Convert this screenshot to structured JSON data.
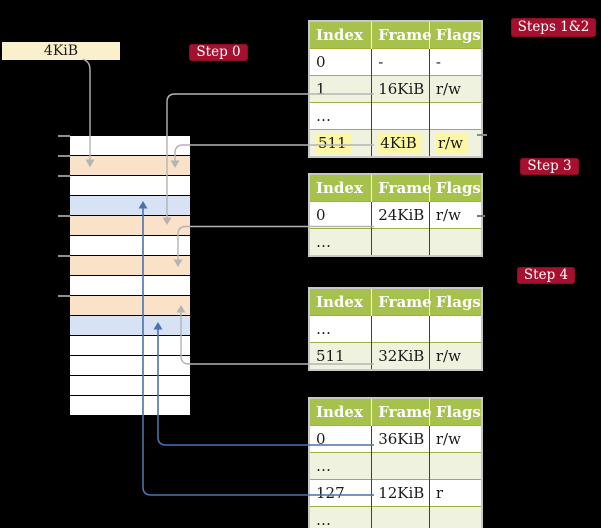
{
  "colors": {
    "background": "#000000",
    "page_box_fill": "#fbf0cc",
    "badge_fill": "#a5102f",
    "badge_text": "#ffffff",
    "table_header_fill": "#a6c24c",
    "table_row_alt_fill": "#eef2df",
    "frame_peach": "#fae2c8",
    "frame_blue": "#d7e3f4",
    "highlight_yellow": "#fdf6a2",
    "arrow_grey": "#b4b4b4",
    "arrow_blue": "#4a72ad"
  },
  "page_box": {
    "label": "4KiB"
  },
  "badges": {
    "step0": "Step 0",
    "steps12": "Steps 1&2",
    "step3": "Step 3",
    "step4": "Step 4"
  },
  "memory": {
    "rows": [
      {
        "color": "white"
      },
      {
        "color": "peach"
      },
      {
        "color": "white"
      },
      {
        "color": "blue"
      },
      {
        "color": "peach"
      },
      {
        "color": "white"
      },
      {
        "color": "peach"
      },
      {
        "color": "white"
      },
      {
        "color": "peach"
      },
      {
        "color": "blue"
      },
      {
        "color": "white"
      },
      {
        "color": "white"
      },
      {
        "color": "white"
      },
      {
        "color": "white"
      }
    ]
  },
  "tables": [
    {
      "id": "page-table-steps-1-2",
      "headers": [
        "Index",
        "Frame",
        "Flags"
      ],
      "rows": [
        {
          "cells": [
            "0",
            "-",
            "-"
          ]
        },
        {
          "cells": [
            "1",
            "16KiB",
            "r/w"
          ]
        },
        {
          "cells": [
            "…",
            "",
            ""
          ]
        },
        {
          "cells": [
            "511",
            "4KiB",
            "r/w"
          ],
          "highlight": true
        }
      ]
    },
    {
      "id": "page-table-step-3",
      "headers": [
        "Index",
        "Frame",
        "Flags"
      ],
      "rows": [
        {
          "cells": [
            "0",
            "24KiB",
            "r/w"
          ]
        },
        {
          "cells": [
            "…",
            "",
            ""
          ]
        }
      ]
    },
    {
      "id": "page-table-step-4",
      "headers": [
        "Index",
        "Frame",
        "Flags"
      ],
      "rows": [
        {
          "cells": [
            "…",
            "",
            ""
          ]
        },
        {
          "cells": [
            "511",
            "32KiB",
            "r/w"
          ]
        }
      ]
    },
    {
      "id": "page-table-bottom",
      "headers": [
        "Index",
        "Frame",
        "Flags"
      ],
      "rows": [
        {
          "cells": [
            "0",
            "36KiB",
            "r/w"
          ]
        },
        {
          "cells": [
            "…",
            "",
            ""
          ]
        },
        {
          "cells": [
            "127",
            "12KiB",
            "r"
          ]
        },
        {
          "cells": [
            "…",
            "",
            ""
          ]
        }
      ]
    }
  ],
  "arrows": [
    {
      "id": "page-box-to-frame",
      "color": "grey"
    },
    {
      "id": "t1-entry-1-to-frame",
      "color": "grey"
    },
    {
      "id": "t1-entry-511-to-frame",
      "color": "grey"
    },
    {
      "id": "t2-entry-0-to-frame",
      "color": "grey"
    },
    {
      "id": "t3-entry-511-to-frame",
      "color": "grey"
    },
    {
      "id": "t4-entry-0-to-frame",
      "color": "blue"
    },
    {
      "id": "t4-entry-127-to-frame",
      "color": "blue"
    }
  ]
}
